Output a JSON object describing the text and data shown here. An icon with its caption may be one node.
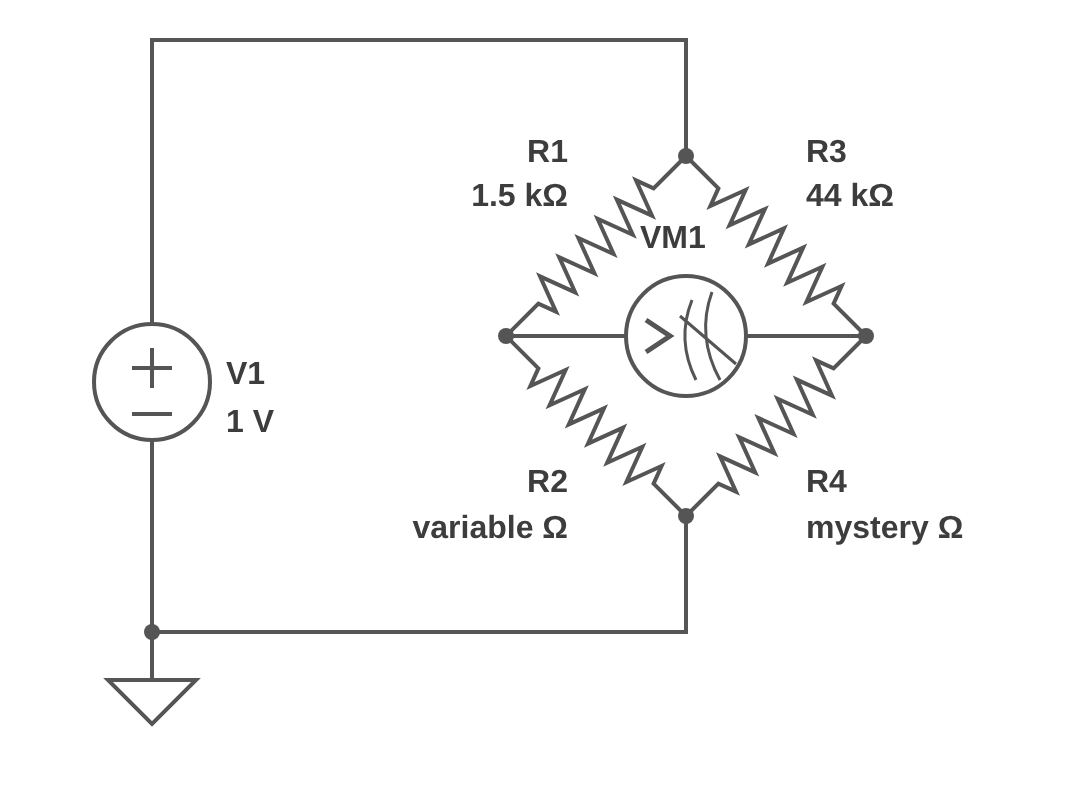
{
  "diagram": {
    "labels": [
      "R1",
      "1.5 kΩ",
      "R3",
      "44 kΩ",
      "VM1",
      "V1",
      "1 V",
      "R2",
      "variable Ω",
      "R4",
      "mystery Ω"
    ]
  }
}
